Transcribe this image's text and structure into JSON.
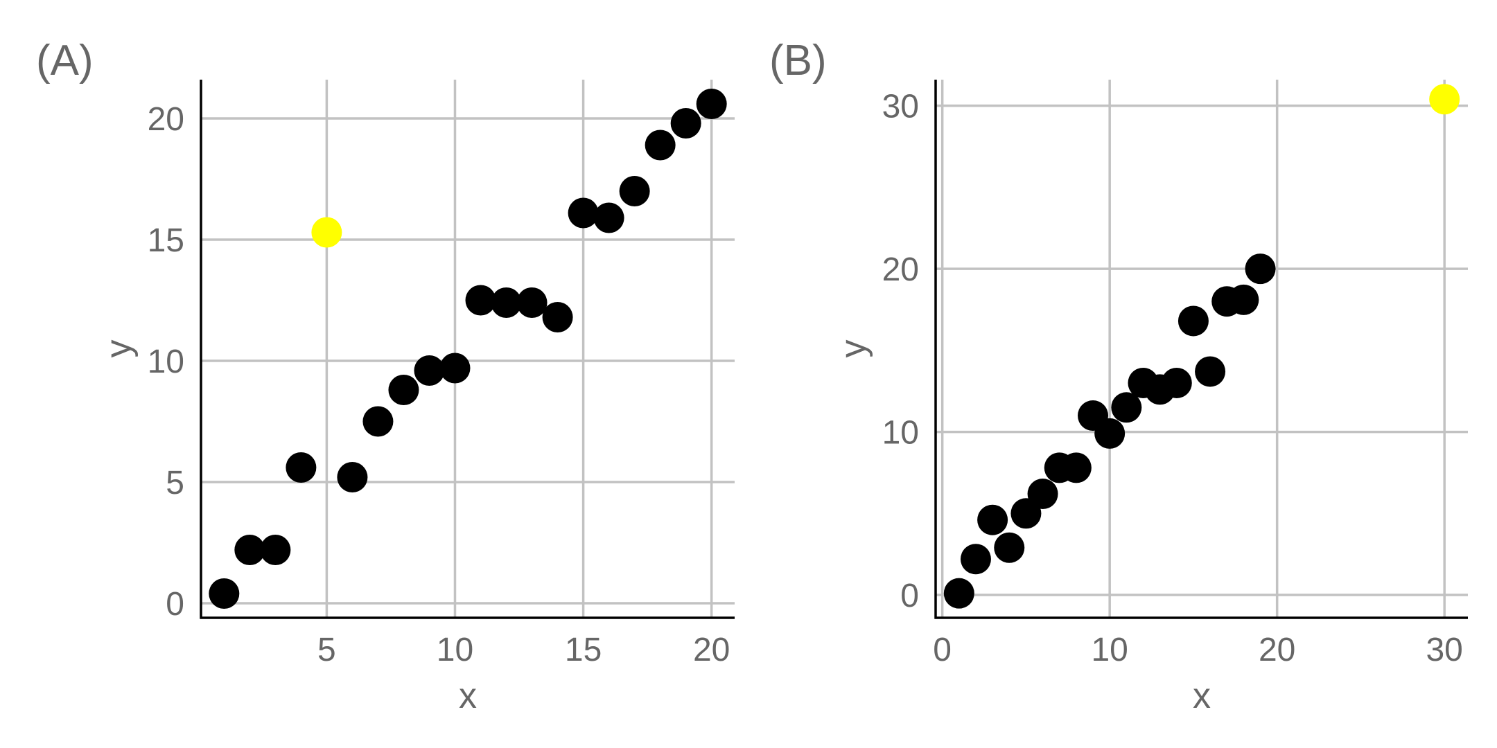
{
  "chart_data": [
    {
      "type": "scatter",
      "panel_tag": "(A)",
      "xlabel": "x",
      "ylabel": "y",
      "xlim": [
        0.1,
        20.9
      ],
      "ylim": [
        -0.6,
        21.6
      ],
      "xticks": [
        5,
        10,
        15,
        20
      ],
      "yticks": [
        0,
        5,
        10,
        15,
        20
      ],
      "grid": true,
      "point_color": "#000000",
      "highlight_color": "#FFFF00",
      "points": [
        {
          "x": 1,
          "y": 0.4
        },
        {
          "x": 2,
          "y": 2.2
        },
        {
          "x": 3,
          "y": 2.2
        },
        {
          "x": 4,
          "y": 5.6
        },
        {
          "x": 6,
          "y": 5.2
        },
        {
          "x": 7,
          "y": 7.5
        },
        {
          "x": 8,
          "y": 8.8
        },
        {
          "x": 9,
          "y": 9.6
        },
        {
          "x": 10,
          "y": 9.7
        },
        {
          "x": 11,
          "y": 12.5
        },
        {
          "x": 12,
          "y": 12.4
        },
        {
          "x": 13,
          "y": 12.4
        },
        {
          "x": 14,
          "y": 11.8
        },
        {
          "x": 15,
          "y": 16.1
        },
        {
          "x": 16,
          "y": 15.9
        },
        {
          "x": 17,
          "y": 17.0
        },
        {
          "x": 18,
          "y": 18.9
        },
        {
          "x": 19,
          "y": 19.8
        },
        {
          "x": 20,
          "y": 20.6
        },
        {
          "x": 5,
          "y": 15.3,
          "highlight": true
        }
      ]
    },
    {
      "type": "scatter",
      "panel_tag": "(B)",
      "xlabel": "x",
      "ylabel": "y",
      "xlim": [
        -0.4,
        31.4
      ],
      "ylim": [
        -1.4,
        31.6
      ],
      "xticks": [
        0,
        10,
        20,
        30
      ],
      "yticks": [
        0,
        10,
        20,
        30
      ],
      "grid": true,
      "point_color": "#000000",
      "highlight_color": "#FFFF00",
      "points": [
        {
          "x": 1,
          "y": 0.1
        },
        {
          "x": 2,
          "y": 2.2
        },
        {
          "x": 3,
          "y": 4.6
        },
        {
          "x": 4,
          "y": 2.9
        },
        {
          "x": 5,
          "y": 5.0
        },
        {
          "x": 6,
          "y": 6.2
        },
        {
          "x": 7,
          "y": 7.8
        },
        {
          "x": 8,
          "y": 7.8
        },
        {
          "x": 9,
          "y": 11.0
        },
        {
          "x": 10,
          "y": 9.9
        },
        {
          "x": 11,
          "y": 11.5
        },
        {
          "x": 12,
          "y": 13.0
        },
        {
          "x": 13,
          "y": 12.6
        },
        {
          "x": 14,
          "y": 13.0
        },
        {
          "x": 15,
          "y": 16.8
        },
        {
          "x": 16,
          "y": 13.7
        },
        {
          "x": 17,
          "y": 18.0
        },
        {
          "x": 18,
          "y": 18.1
        },
        {
          "x": 19,
          "y": 20.0
        },
        {
          "x": 30,
          "y": 30.4,
          "highlight": true
        }
      ]
    }
  ]
}
